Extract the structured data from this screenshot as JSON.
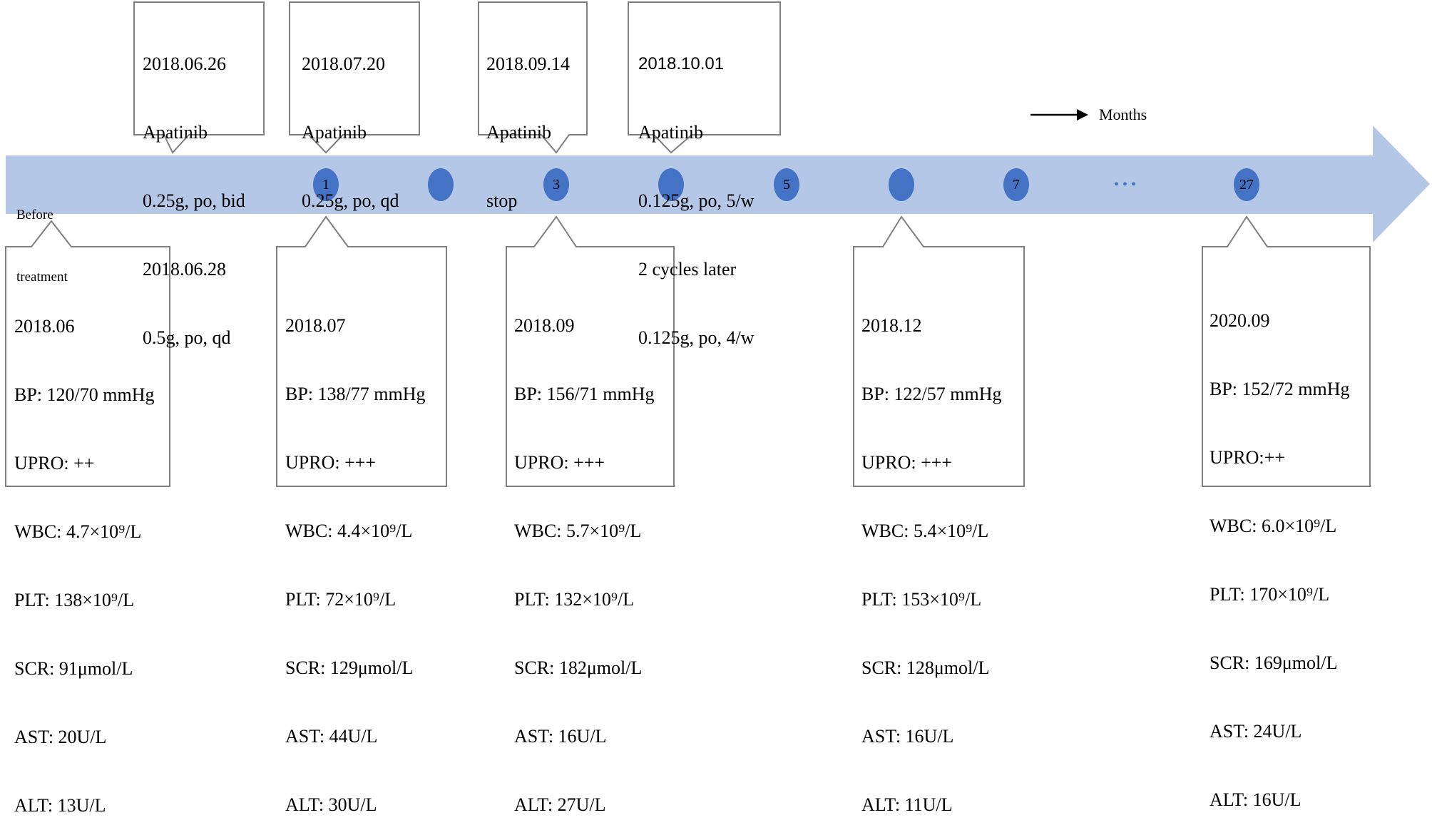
{
  "axis": {
    "start_label_line1": "Before",
    "start_label_line2": "treatment",
    "months": [
      "1",
      "",
      "3",
      "",
      "5",
      "",
      "7",
      "",
      "27"
    ],
    "ellipsis": "• • •"
  },
  "legend": {
    "label": "Months"
  },
  "top_events": [
    {
      "lines": [
        "2018.06.26",
        "Apatinib",
        "0.25g, po, bid",
        "2018.06.28",
        "0.5g, po, qd"
      ]
    },
    {
      "lines": [
        "2018.07.20",
        "Apatinib",
        "0.25g, po, qd"
      ]
    },
    {
      "lines": [
        "2018.09.14",
        "Apatinib",
        "stop"
      ]
    },
    {
      "lines": [
        "2018.10.01",
        "Apatinib",
        "0.125g, po, 5/w",
        "2 cycles later",
        "0.125g, po, 4/w"
      ]
    }
  ],
  "bottom_events": [
    {
      "lines": [
        "2018.06",
        "BP: 120/70 mmHg",
        "UPRO: ++",
        "WBC: 4.7×10⁹/L",
        "PLT: 138×10⁹/L",
        "SCR: 91μmol/L",
        "AST: 20U/L",
        "ALT: 13U/L"
      ]
    },
    {
      "lines": [
        "2018.07",
        "BP: 138/77 mmHg",
        "UPRO: +++",
        "WBC: 4.4×10⁹/L",
        "PLT: 72×10⁹/L",
        "SCR: 129μmol/L",
        "AST: 44U/L",
        "ALT: 30U/L"
      ]
    },
    {
      "lines": [
        "2018.09",
        "BP: 156/71 mmHg",
        "UPRO: +++",
        "WBC: 5.7×10⁹/L",
        "PLT: 132×10⁹/L",
        "SCR: 182μmol/L",
        "AST: 16U/L",
        "ALT: 27U/L"
      ]
    },
    {
      "lines": [
        "2018.12",
        "BP: 122/57 mmHg",
        "UPRO: +++",
        "WBC: 5.4×10⁹/L",
        "PLT: 153×10⁹/L",
        "SCR: 128μmol/L",
        "AST: 16U/L",
        "ALT: 11U/L"
      ]
    },
    {
      "lines": [
        "2020.09",
        "BP: 152/72 mmHg",
        "UPRO:++",
        "WBC: 6.0×10⁹/L",
        "PLT: 170×10⁹/L",
        "SCR: 169μmol/L",
        "AST: 24U/L",
        "ALT: 16U/L"
      ]
    }
  ],
  "colors": {
    "arrow": "#b4c7e7",
    "node": "#4472c4",
    "box_border": "#7f7f7f"
  }
}
